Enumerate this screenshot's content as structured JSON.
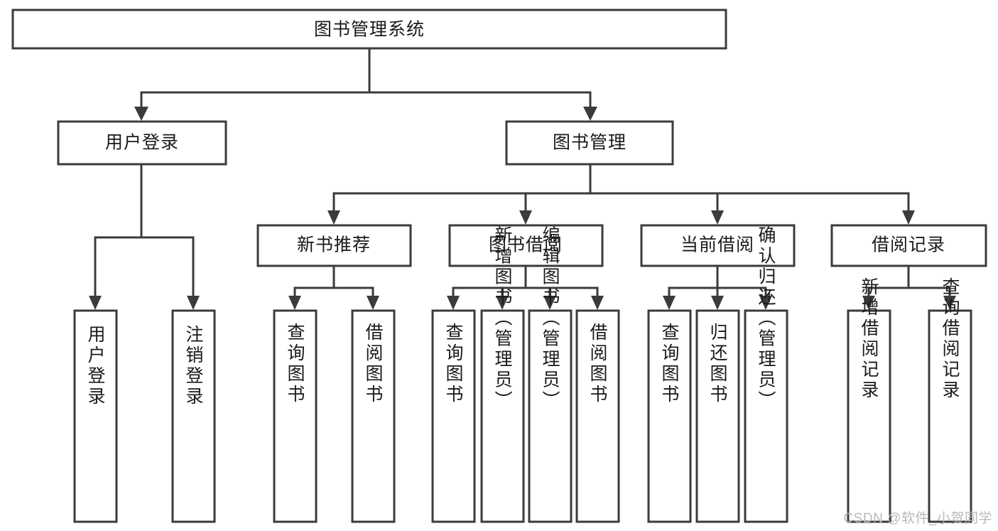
{
  "diagram": {
    "title": "图书管理系统",
    "type": "tree",
    "watermark": "CSDN @软件_小贺同学",
    "colors": {
      "stroke": "#3b3b3b",
      "fill": "#ffffff",
      "text": "#1a1a1a",
      "watermark": "#b9b9b9"
    },
    "levels": {
      "root": {
        "label": "图书管理系统"
      },
      "level2": [
        {
          "label": "用户登录"
        },
        {
          "label": "图书管理"
        }
      ],
      "level3": [
        {
          "label": "新书推荐"
        },
        {
          "label": "图书借阅"
        },
        {
          "label": "当前借阅"
        },
        {
          "label": "借阅记录"
        }
      ],
      "leaves_user_login": [
        {
          "label": "用户登录"
        },
        {
          "label": "注销登录"
        }
      ],
      "leaves_new_books": [
        {
          "label": "查询图书"
        },
        {
          "label": "借阅图书"
        }
      ],
      "leaves_borrow": [
        {
          "label": "查询图书"
        },
        {
          "label": "新增图书（管理员）"
        },
        {
          "label": "编辑图书（管理员）"
        },
        {
          "label": "借阅图书"
        }
      ],
      "leaves_current": [
        {
          "label": "查询图书"
        },
        {
          "label": "归还图书"
        },
        {
          "label": "确认归还（管理员）"
        }
      ],
      "leaves_records": [
        {
          "label": "新增借阅记录"
        },
        {
          "label": "查询借阅记录"
        }
      ]
    }
  }
}
